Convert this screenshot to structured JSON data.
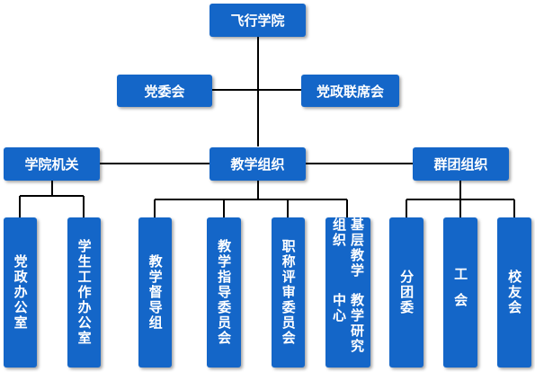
{
  "colors": {
    "box": "#1466c8",
    "line": "#000000",
    "text": "#ffffff"
  },
  "root": {
    "label": "飞行学院"
  },
  "side_left": {
    "label": "党委会"
  },
  "side_right": {
    "label": "党政联席会"
  },
  "branches": [
    {
      "label": "学院机关",
      "children": [
        "党政办公室",
        "学生工作办公室"
      ]
    },
    {
      "label": "教学组织",
      "children": [
        "教学督导组",
        "教学指导委员会",
        "职称评审委员会",
        "基层教学组织",
        "教学研究中心"
      ]
    },
    {
      "label": "群团组织",
      "children": [
        "分团委",
        "工会",
        "校友会"
      ]
    }
  ]
}
